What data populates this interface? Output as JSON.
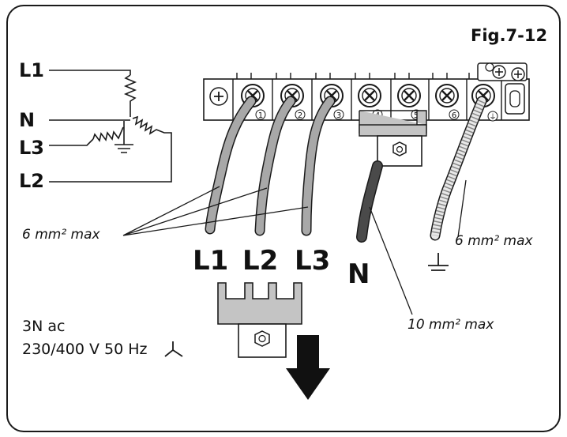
{
  "figure": {
    "number": "Fig.7-12"
  },
  "schematic": {
    "labels": [
      "L1",
      "N",
      "L3",
      "L2"
    ]
  },
  "terminal_block": {
    "numbers": [
      "1",
      "2",
      "3",
      "4",
      "5",
      "6"
    ],
    "earth_symbol": "⏚"
  },
  "wire_labels": {
    "phase_size": "6 mm² max",
    "earth_size": "6 mm² max",
    "neutral_size": "10 mm² max"
  },
  "conductors": [
    "L1",
    "L2",
    "L3",
    "N"
  ],
  "supply": {
    "line1": "3N ac",
    "line2": "230/400 V 50 Hz"
  },
  "colors": {
    "line": "#1a1a1a",
    "wire_grey": "#a8a8a8",
    "wire_dark": "#4a4a4a",
    "bridge_grey": "#c4c4c4"
  }
}
